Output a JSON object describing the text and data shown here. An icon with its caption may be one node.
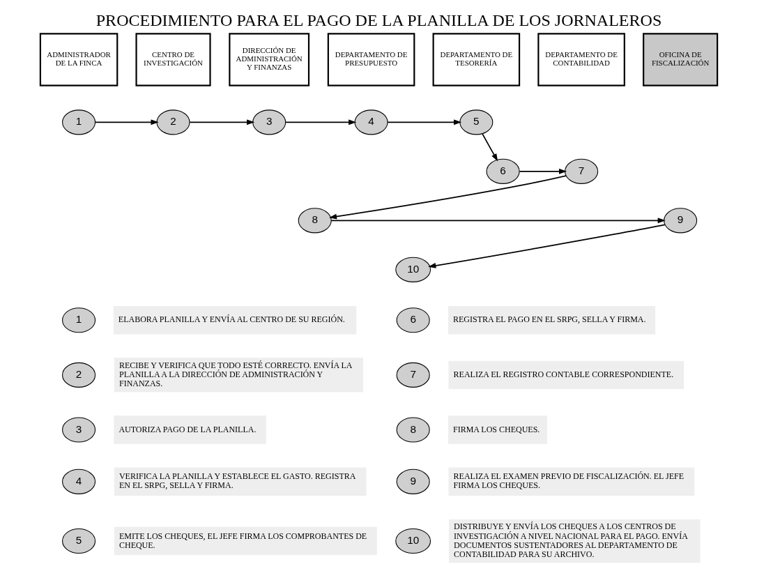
{
  "diagram": {
    "title": "PROCEDIMIENTO PARA EL PAGO DE LA PLANILLA DE LOS JORNALEROS",
    "nodes": [
      {
        "text": [
          "ADMINISTRADOR DE LA FINCA"
        ]
      },
      {
        "text": [
          "CENTRO DE INVESTIGACIÓN"
        ]
      },
      {
        "text": [
          "DIRECCIÓN DE ADMINISTRACIÓN Y FINANZAS"
        ]
      },
      {
        "text": [
          "DEPARTAMENTO DE PRESUPUESTO"
        ]
      },
      {
        "text": [
          "DEPARTAMENTO DE TESORERÍA"
        ]
      },
      {
        "text": [
          "DEPARTAMENTO DE CONTABILIDAD"
        ]
      },
      {
        "text": [
          "OFICINA DE FISCALIZACIÓN"
        ]
      },
      {
        "text": [
          "1"
        ]
      },
      {
        "text": [
          "2"
        ]
      },
      {
        "text": [
          "3"
        ]
      },
      {
        "text": [
          "4"
        ]
      },
      {
        "text": [
          "5"
        ]
      },
      {
        "text": [
          "6"
        ]
      },
      {
        "text": [
          "7"
        ]
      },
      {
        "text": [
          "8"
        ]
      },
      {
        "text": [
          "9"
        ]
      },
      {
        "text": [
          "10"
        ]
      },
      {
        "text": [
          "1"
        ],
        "beside": [
          "ELABORA PLANILLA Y ENVÍA AL CENTRO DE SU REGIÓN."
        ]
      },
      {
        "text": [
          "2"
        ],
        "beside": [
          "RECIBE Y VERIFICA QUE TODO ESTÉ CORRECTO. ENVÍA LA PLANILLA A LA DIRECCIÓN DE ADMINISTRACIÓN Y FINANZAS."
        ]
      },
      {
        "text": [
          "3"
        ],
        "beside": [
          "AUTORIZA PAGO DE LA PLANILLA."
        ]
      },
      {
        "text": [
          "4"
        ],
        "beside": [
          "VERIFICA LA PLANILLA Y ESTABLECE EL GASTO. REGISTRA EN EL SRPG, SELLA Y FIRMA."
        ]
      },
      {
        "text": [
          "5"
        ],
        "beside": [
          "EMITE LOS CHEQUES, EL JEFE FIRMA LOS COMPROBANTES DE CHEQUE."
        ]
      },
      {
        "text": [
          "6"
        ],
        "beside": [
          "REGISTRA EL PAGO EN EL SRPG, SELLA Y FIRMA."
        ]
      },
      {
        "text": [
          "7"
        ],
        "beside": [
          "REALIZA EL REGISTRO CONTABLE CORRESPONDIENTE."
        ]
      },
      {
        "text": [
          "8"
        ],
        "beside": [
          "FIRMA LOS CHEQUES."
        ]
      },
      {
        "text": [
          "9"
        ],
        "beside": [
          "REALIZA EL EXAMEN PREVIO DE FISCALIZACIÓN. EL JEFE FIRMA LOS CHEQUES."
        ]
      },
      {
        "text": [
          "10"
        ],
        "beside": [
          "DISTRIBUYE Y ENVÍA LOS CHEQUES A LOS CENTROS DE INVESTIGACIÓN A NIVEL NACIONAL PARA EL PAGO. ENVÍA DOCUMENTOS SUSTENTADORES AL DEPARTAMENTO DE CONTABILIDAD PARA SU ARCHIVO."
        ]
      }
    ],
    "edges": [
      {
        "from": 7,
        "to": 8,
        "arrow": "to"
      },
      {
        "from": 8,
        "to": 9,
        "arrow": "to"
      },
      {
        "from": 9,
        "to": 10,
        "arrow": "to"
      },
      {
        "from": 10,
        "to": 11,
        "arrow": "to"
      },
      {
        "from": 11,
        "to": 12,
        "arrow": "to"
      },
      {
        "from": 12,
        "to": 13,
        "arrow": "to"
      },
      {
        "from": 13,
        "to": 14,
        "arrow": "to"
      },
      {
        "from": 14,
        "to": 15,
        "arrow": "to"
      },
      {
        "from": 15,
        "to": 16,
        "arrow": "to"
      }
    ]
  }
}
